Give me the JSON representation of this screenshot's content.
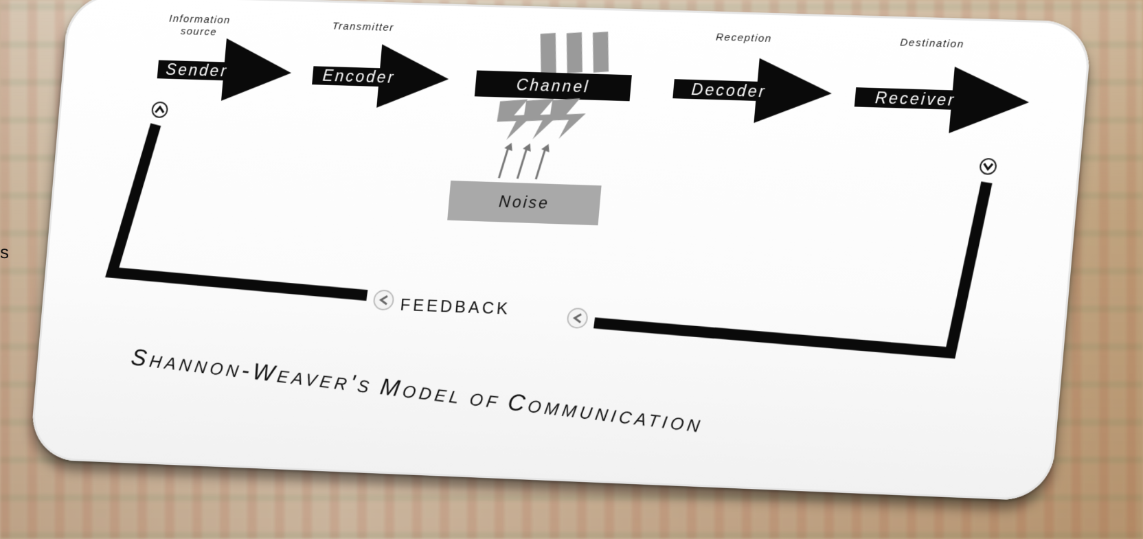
{
  "diagram": {
    "captions": {
      "information_source": [
        "Information",
        "source"
      ],
      "transmitter": "Transmitter",
      "reception": "Reception",
      "destination": "Destination"
    },
    "nodes": {
      "sender": "Sender",
      "encoder": "Encoder",
      "channel": "Channel",
      "decoder": "Decoder",
      "receiver": "Receiver",
      "noise": "Noise"
    },
    "feedback_label": "FEEDBACK",
    "title_parts": [
      {
        "text": "S",
        "size": "big"
      },
      {
        "text": "HANNON",
        "size": "small"
      },
      {
        "text": "-W",
        "size": "big"
      },
      {
        "text": "EAVER",
        "size": "small"
      },
      {
        "text": "'",
        "size": "big"
      },
      {
        "text": "S ",
        "size": "small"
      },
      {
        "text": "M",
        "size": "big"
      },
      {
        "text": "ODEL ",
        "size": "small"
      },
      {
        "text": "OF ",
        "size": "small"
      },
      {
        "text": "C",
        "size": "big"
      },
      {
        "text": "OMMUNICATION",
        "size": "small"
      }
    ],
    "colors": {
      "arrow_fill": "#0a0a0a",
      "noise_fill": "#a9a9a9",
      "card_fill": "#ffffff",
      "feedback_line": "#0a0a0a"
    }
  }
}
